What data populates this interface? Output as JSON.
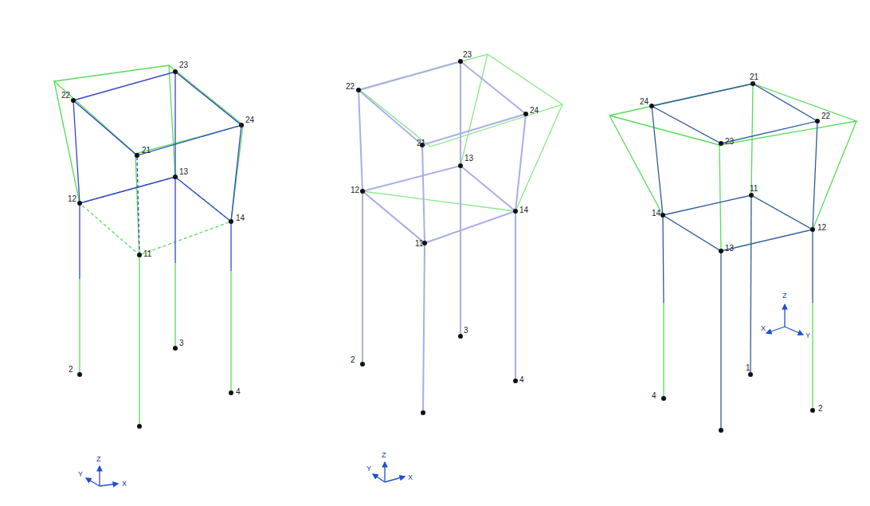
{
  "diagram": {
    "labels": [
      "23",
      "22",
      "24",
      "21",
      "13",
      "12",
      "14",
      "11",
      "3",
      "2",
      "4",
      "Z",
      "Y",
      "X",
      "23",
      "22",
      "24",
      "21",
      "13",
      "12",
      "14",
      "11",
      "3",
      "2",
      "4",
      "Z",
      "Y",
      "X",
      "21",
      "24",
      "22",
      "23",
      "11",
      "14",
      "12",
      "13",
      "1",
      "4",
      "2",
      "Z",
      "X",
      "Y"
    ]
  }
}
